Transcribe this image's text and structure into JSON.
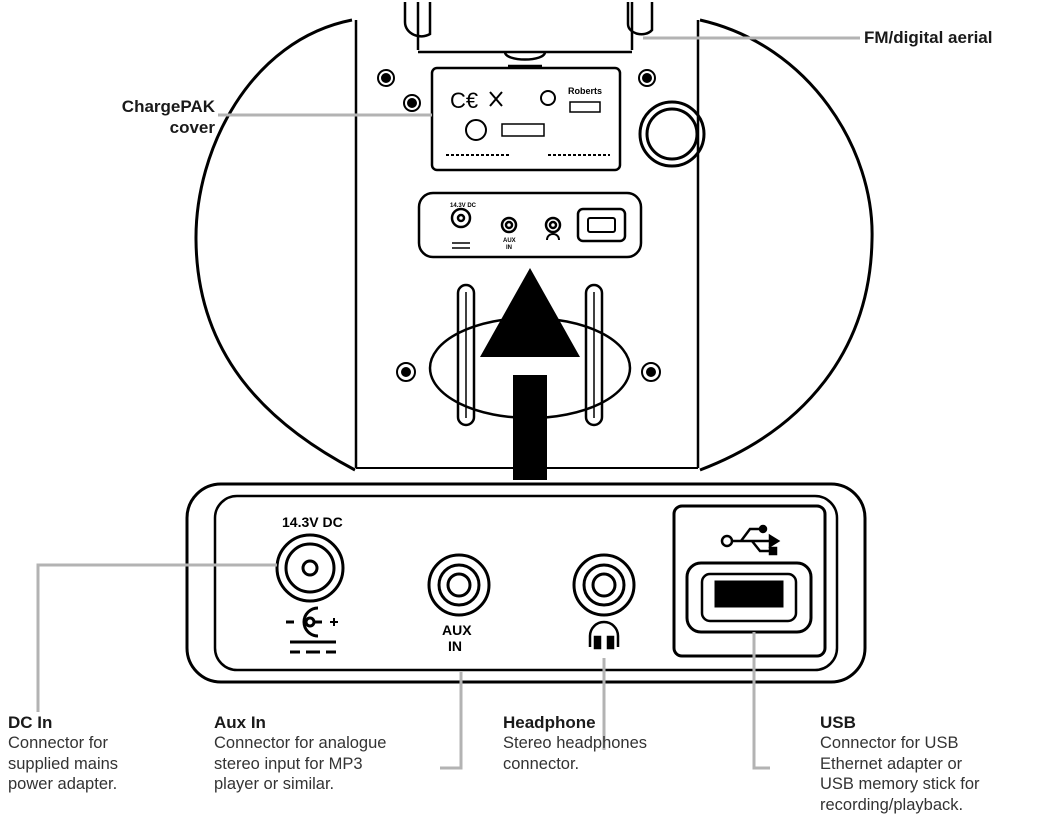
{
  "callouts": {
    "aerial": {
      "title": "FM/digital aerial"
    },
    "chargepak": {
      "title": "ChargePAK\ncover"
    },
    "dc_in": {
      "title": "DC In",
      "desc": "Connector for\nsupplied mains\npower adapter."
    },
    "aux_in": {
      "title": "Aux In",
      "desc": "Connector for analogue\nstereo input for MP3\nplayer or similar."
    },
    "headphone": {
      "title": "Headphone",
      "desc": "Stereo headphones\nconnector."
    },
    "usb": {
      "title": "USB",
      "desc": "Connector for USB\nEthernet adapter or\nUSB memory stick for\nrecording/playback."
    }
  },
  "panel": {
    "dc_label": "14.3V DC",
    "aux_label_1": "AUX",
    "aux_label_2": "IN",
    "mini_dc_label": "14.3V DC",
    "mini_aux_1": "AUX",
    "mini_aux_2": "IN"
  },
  "colors": {
    "line": "#000000",
    "leader": "#b3b3b3",
    "arrow": "#000000"
  }
}
